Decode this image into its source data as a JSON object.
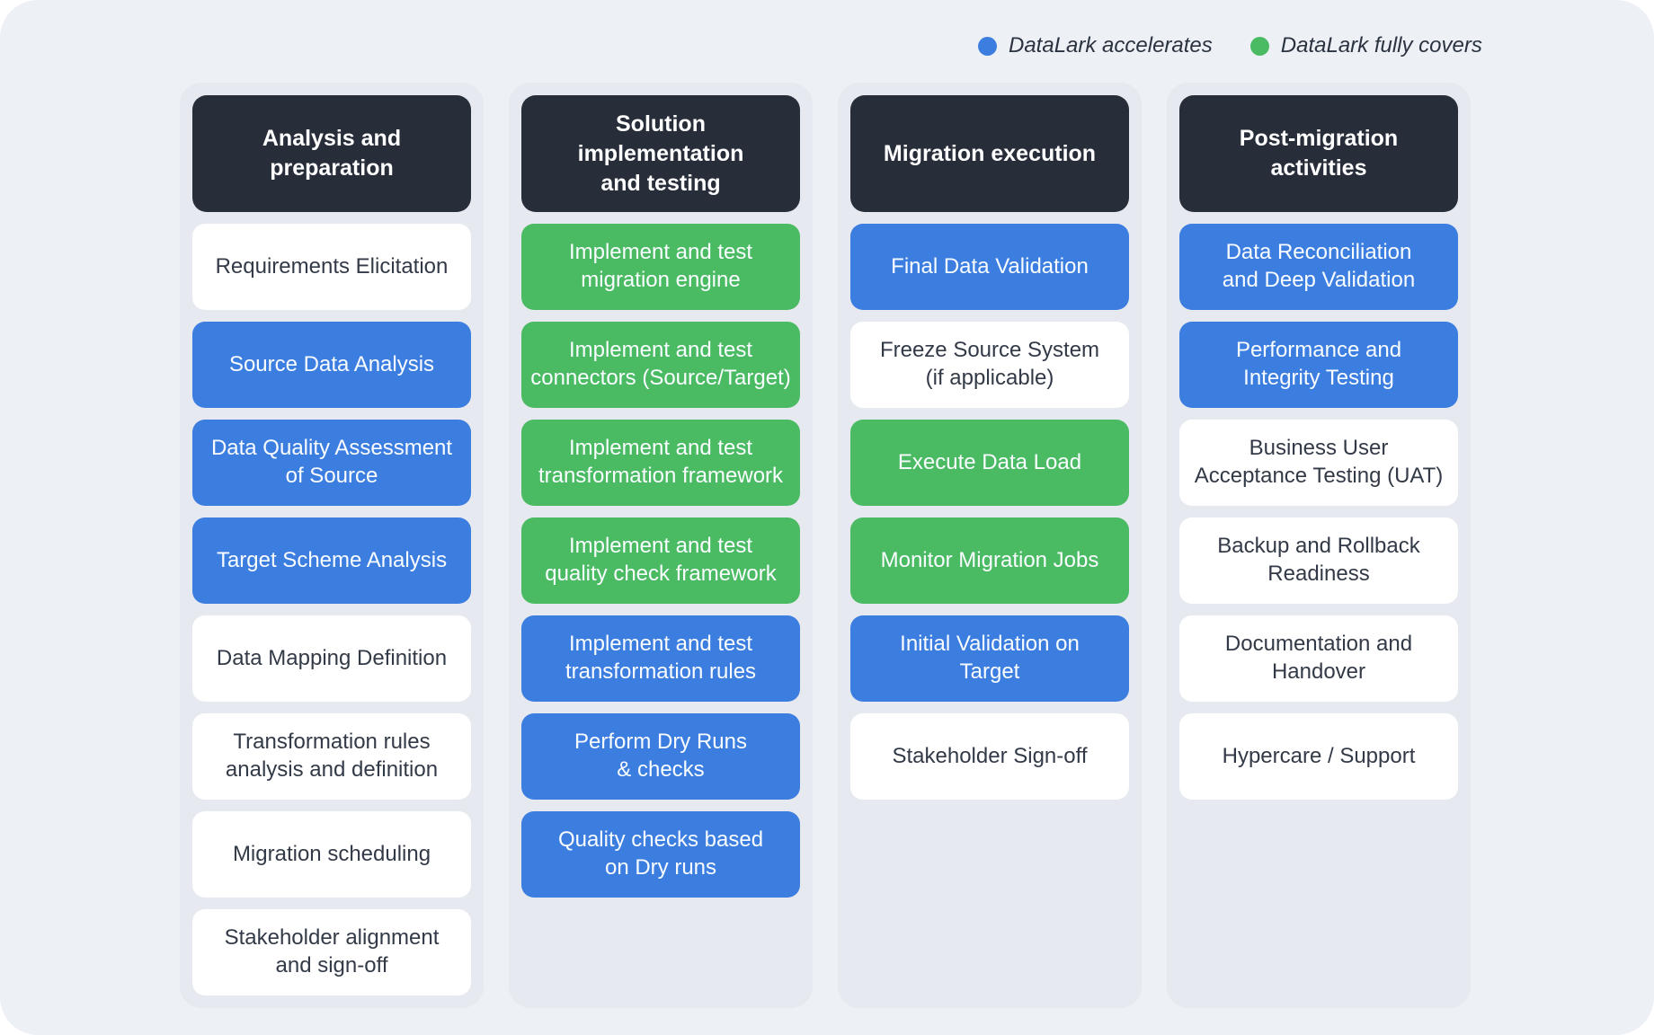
{
  "palette": {
    "page_bg": "#edf1f6",
    "column_bg": "#e6e9ef",
    "header_bg": "#272d39",
    "accelerates_blue": "#3c7de0",
    "covers_green": "#4bbb63",
    "card_white": "#ffffff",
    "text_dark": "#333a47",
    "text_light": "#ffffff"
  },
  "legend": {
    "items": [
      {
        "label": "DataLark accelerates",
        "color": "#3c7de0",
        "icon": "blue-dot-icon",
        "coverage": "accelerates"
      },
      {
        "label": "DataLark fully covers",
        "color": "#4bbb63",
        "icon": "green-dot-icon",
        "coverage": "fully-covers"
      }
    ]
  },
  "columns": [
    {
      "title": "Analysis and\npreparation",
      "cards": [
        {
          "label": "Requirements Elicitation",
          "coverage": "none"
        },
        {
          "label": "Source Data Analysis",
          "coverage": "accelerates"
        },
        {
          "label": "Data Quality Assessment\nof Source",
          "coverage": "accelerates"
        },
        {
          "label": "Target Scheme Analysis",
          "coverage": "accelerates"
        },
        {
          "label": "Data Mapping Definition",
          "coverage": "none"
        },
        {
          "label": "Transformation rules\nanalysis and definition",
          "coverage": "none"
        },
        {
          "label": "Migration scheduling",
          "coverage": "none"
        },
        {
          "label": "Stakeholder alignment\nand sign-off",
          "coverage": "none"
        }
      ]
    },
    {
      "title": "Solution\nimplementation\nand testing",
      "cards": [
        {
          "label": "Implement and test\nmigration engine",
          "coverage": "fully-covers"
        },
        {
          "label": "Implement and test\nconnectors (Source/Target)",
          "coverage": "fully-covers"
        },
        {
          "label": "Implement and test\ntransformation framework",
          "coverage": "fully-covers"
        },
        {
          "label": "Implement and test\nquality check framework",
          "coverage": "fully-covers"
        },
        {
          "label": "Implement and test\ntransformation rules",
          "coverage": "accelerates"
        },
        {
          "label": "Perform Dry Runs\n& checks",
          "coverage": "accelerates"
        },
        {
          "label": "Quality checks based\non Dry runs",
          "coverage": "accelerates"
        }
      ]
    },
    {
      "title": "Migration execution",
      "cards": [
        {
          "label": "Final Data Validation",
          "coverage": "accelerates"
        },
        {
          "label": "Freeze Source System\n(if applicable)",
          "coverage": "none"
        },
        {
          "label": "Execute Data Load",
          "coverage": "fully-covers"
        },
        {
          "label": "Monitor Migration Jobs",
          "coverage": "fully-covers"
        },
        {
          "label": "Initial Validation on\nTarget",
          "coverage": "accelerates"
        },
        {
          "label": "Stakeholder Sign-off",
          "coverage": "none"
        }
      ]
    },
    {
      "title": "Post-migration\nactivities",
      "cards": [
        {
          "label": "Data Reconciliation\nand Deep Validation",
          "coverage": "accelerates"
        },
        {
          "label": "Performance and\nIntegrity Testing",
          "coverage": "accelerates"
        },
        {
          "label": "Business User\nAcceptance Testing (UAT)",
          "coverage": "none"
        },
        {
          "label": "Backup and Rollback\nReadiness",
          "coverage": "none"
        },
        {
          "label": "Documentation and\nHandover",
          "coverage": "none"
        },
        {
          "label": "Hypercare / Support",
          "coverage": "none"
        }
      ]
    }
  ]
}
